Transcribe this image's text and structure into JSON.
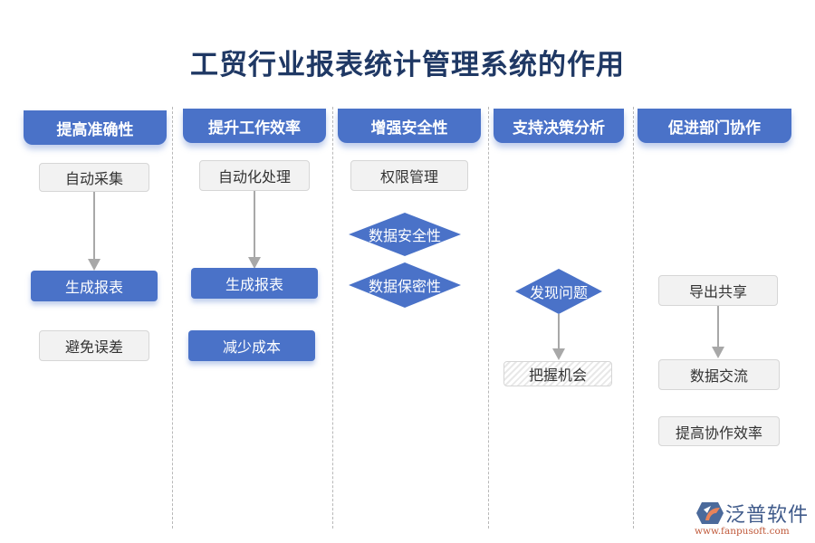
{
  "title": "工贸行业报表统计管理系统的作用",
  "colors": {
    "accent_blue": "#4a72c8",
    "title_navy": "#1f3864",
    "gray_box": "#f2f2f2",
    "arrow_gray": "#a8a8a8"
  },
  "columns": [
    {
      "header": "提高准确性",
      "nodes": [
        {
          "label": "自动采集",
          "style": "gray"
        },
        {
          "label": "生成报表",
          "style": "blue"
        },
        {
          "label": "避免误差",
          "style": "gray"
        }
      ]
    },
    {
      "header": "提升工作效率",
      "nodes": [
        {
          "label": "自动化处理",
          "style": "gray"
        },
        {
          "label": "生成报表",
          "style": "blue"
        },
        {
          "label": "减少成本",
          "style": "blue"
        }
      ]
    },
    {
      "header": "增强安全性",
      "nodes": [
        {
          "label": "权限管理",
          "style": "gray"
        },
        {
          "label": "数据安全性",
          "style": "diamond"
        },
        {
          "label": "数据保密性",
          "style": "diamond"
        }
      ]
    },
    {
      "header": "支持决策分析",
      "nodes": [
        {
          "label": "发现问题",
          "style": "diamond"
        },
        {
          "label": "把握机会",
          "style": "hatched"
        }
      ]
    },
    {
      "header": "促进部门协作",
      "nodes": [
        {
          "label": "导出共享",
          "style": "gray"
        },
        {
          "label": "数据交流",
          "style": "gray"
        },
        {
          "label": "提高协作效率",
          "style": "gray"
        }
      ]
    }
  ],
  "logo": {
    "icon": "fanpu-logo-icon",
    "name": "泛普软件",
    "url": "www.fanpusoft.com"
  }
}
